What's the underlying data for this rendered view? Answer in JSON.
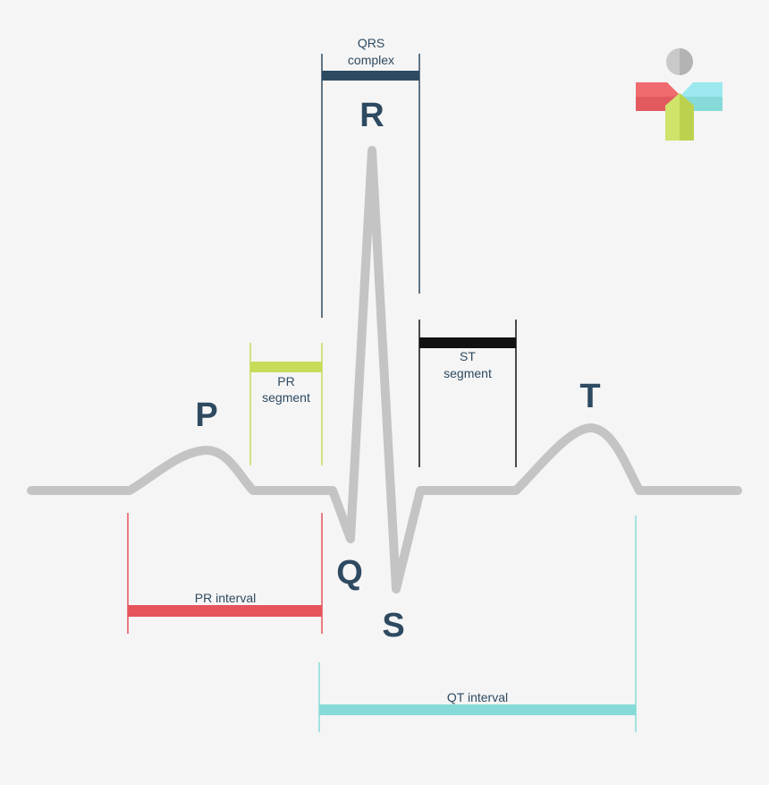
{
  "waves": {
    "p": "P",
    "q": "Q",
    "r": "R",
    "s": "S",
    "t": "T"
  },
  "segments": {
    "qrs_line1": "QRS",
    "qrs_line2": "complex",
    "pr_seg_line1": "PR",
    "pr_seg_line2": "segment",
    "st_seg_line1": "ST",
    "st_seg_line2": "segment",
    "pr_interval": "PR interval",
    "qt_interval": "QT interval"
  },
  "colors": {
    "background": "#f5f5f5",
    "trace": "#c4c4c4",
    "text": "#2e4a61",
    "qrs_bar": "#2e4a61",
    "pr_segment": "#c8dc5a",
    "st_segment": "#111111",
    "pr_interval": "#e5535c",
    "qt_interval": "#86dbd8"
  },
  "logo": {
    "icon": "medical-cross-logo-icon"
  }
}
